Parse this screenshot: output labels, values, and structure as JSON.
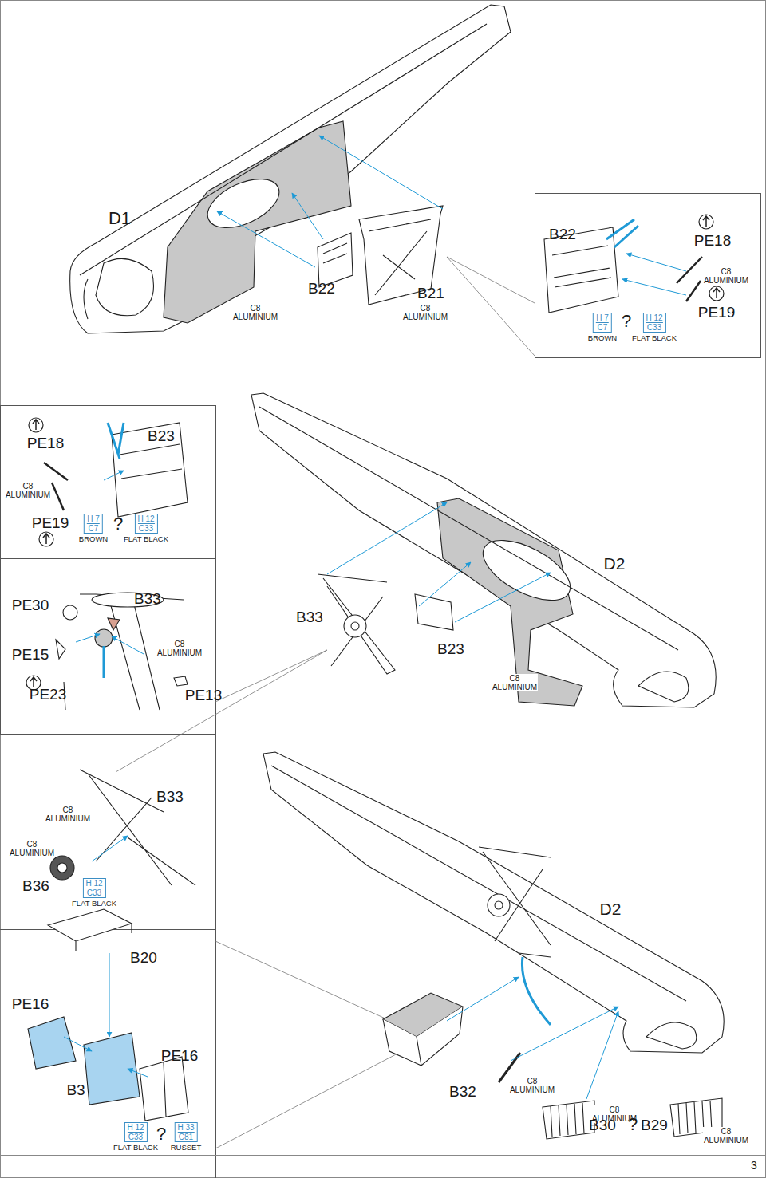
{
  "diagram": {
    "nodes": [
      {
        "text": [
          "H 7",
          "C7",
          "BROWN"
        ]
      },
      {
        "text": [
          "H 12",
          "C33",
          "FLAT BLACK"
        ]
      },
      {
        "text": [
          "H 7",
          "C7",
          "BROWN"
        ]
      },
      {
        "text": [
          "H 12",
          "C33",
          "FLAT BLACK"
        ]
      },
      {
        "text": [
          "H 12",
          "C33",
          "FLAT BLACK"
        ]
      },
      {
        "text": [
          "H 12",
          "C33",
          "FLAT BLACK"
        ]
      },
      {
        "text": [
          "H 33",
          "C81",
          "RUSSET"
        ]
      }
    ],
    "labels": [
      "D1",
      "C8 ALUMINIUM",
      "B22",
      "C8 ALUMINIUM",
      "B21",
      "B22",
      "PE18",
      "C8 ALUMINIUM",
      "PE19",
      "?",
      "PE18",
      "B23",
      "C8 ALUMINIUM",
      "PE19",
      "?",
      "D2",
      "PE30",
      "B33",
      "B33",
      "PE15",
      "C8 ALUMINIUM",
      "B23",
      "C8 ALUMINIUM",
      "PE23",
      "PE13",
      "C8 ALUMINIUM",
      "B33",
      "C8 ALUMINIUM",
      "B36",
      "D2",
      "B20",
      "PE16",
      "PE16",
      "B3",
      "?",
      "B32",
      "C8 ALUMINIUM",
      "C8 ALUMINIUM",
      "B30",
      "?",
      "B29",
      "C8 ALUMINIUM",
      "3"
    ]
  }
}
